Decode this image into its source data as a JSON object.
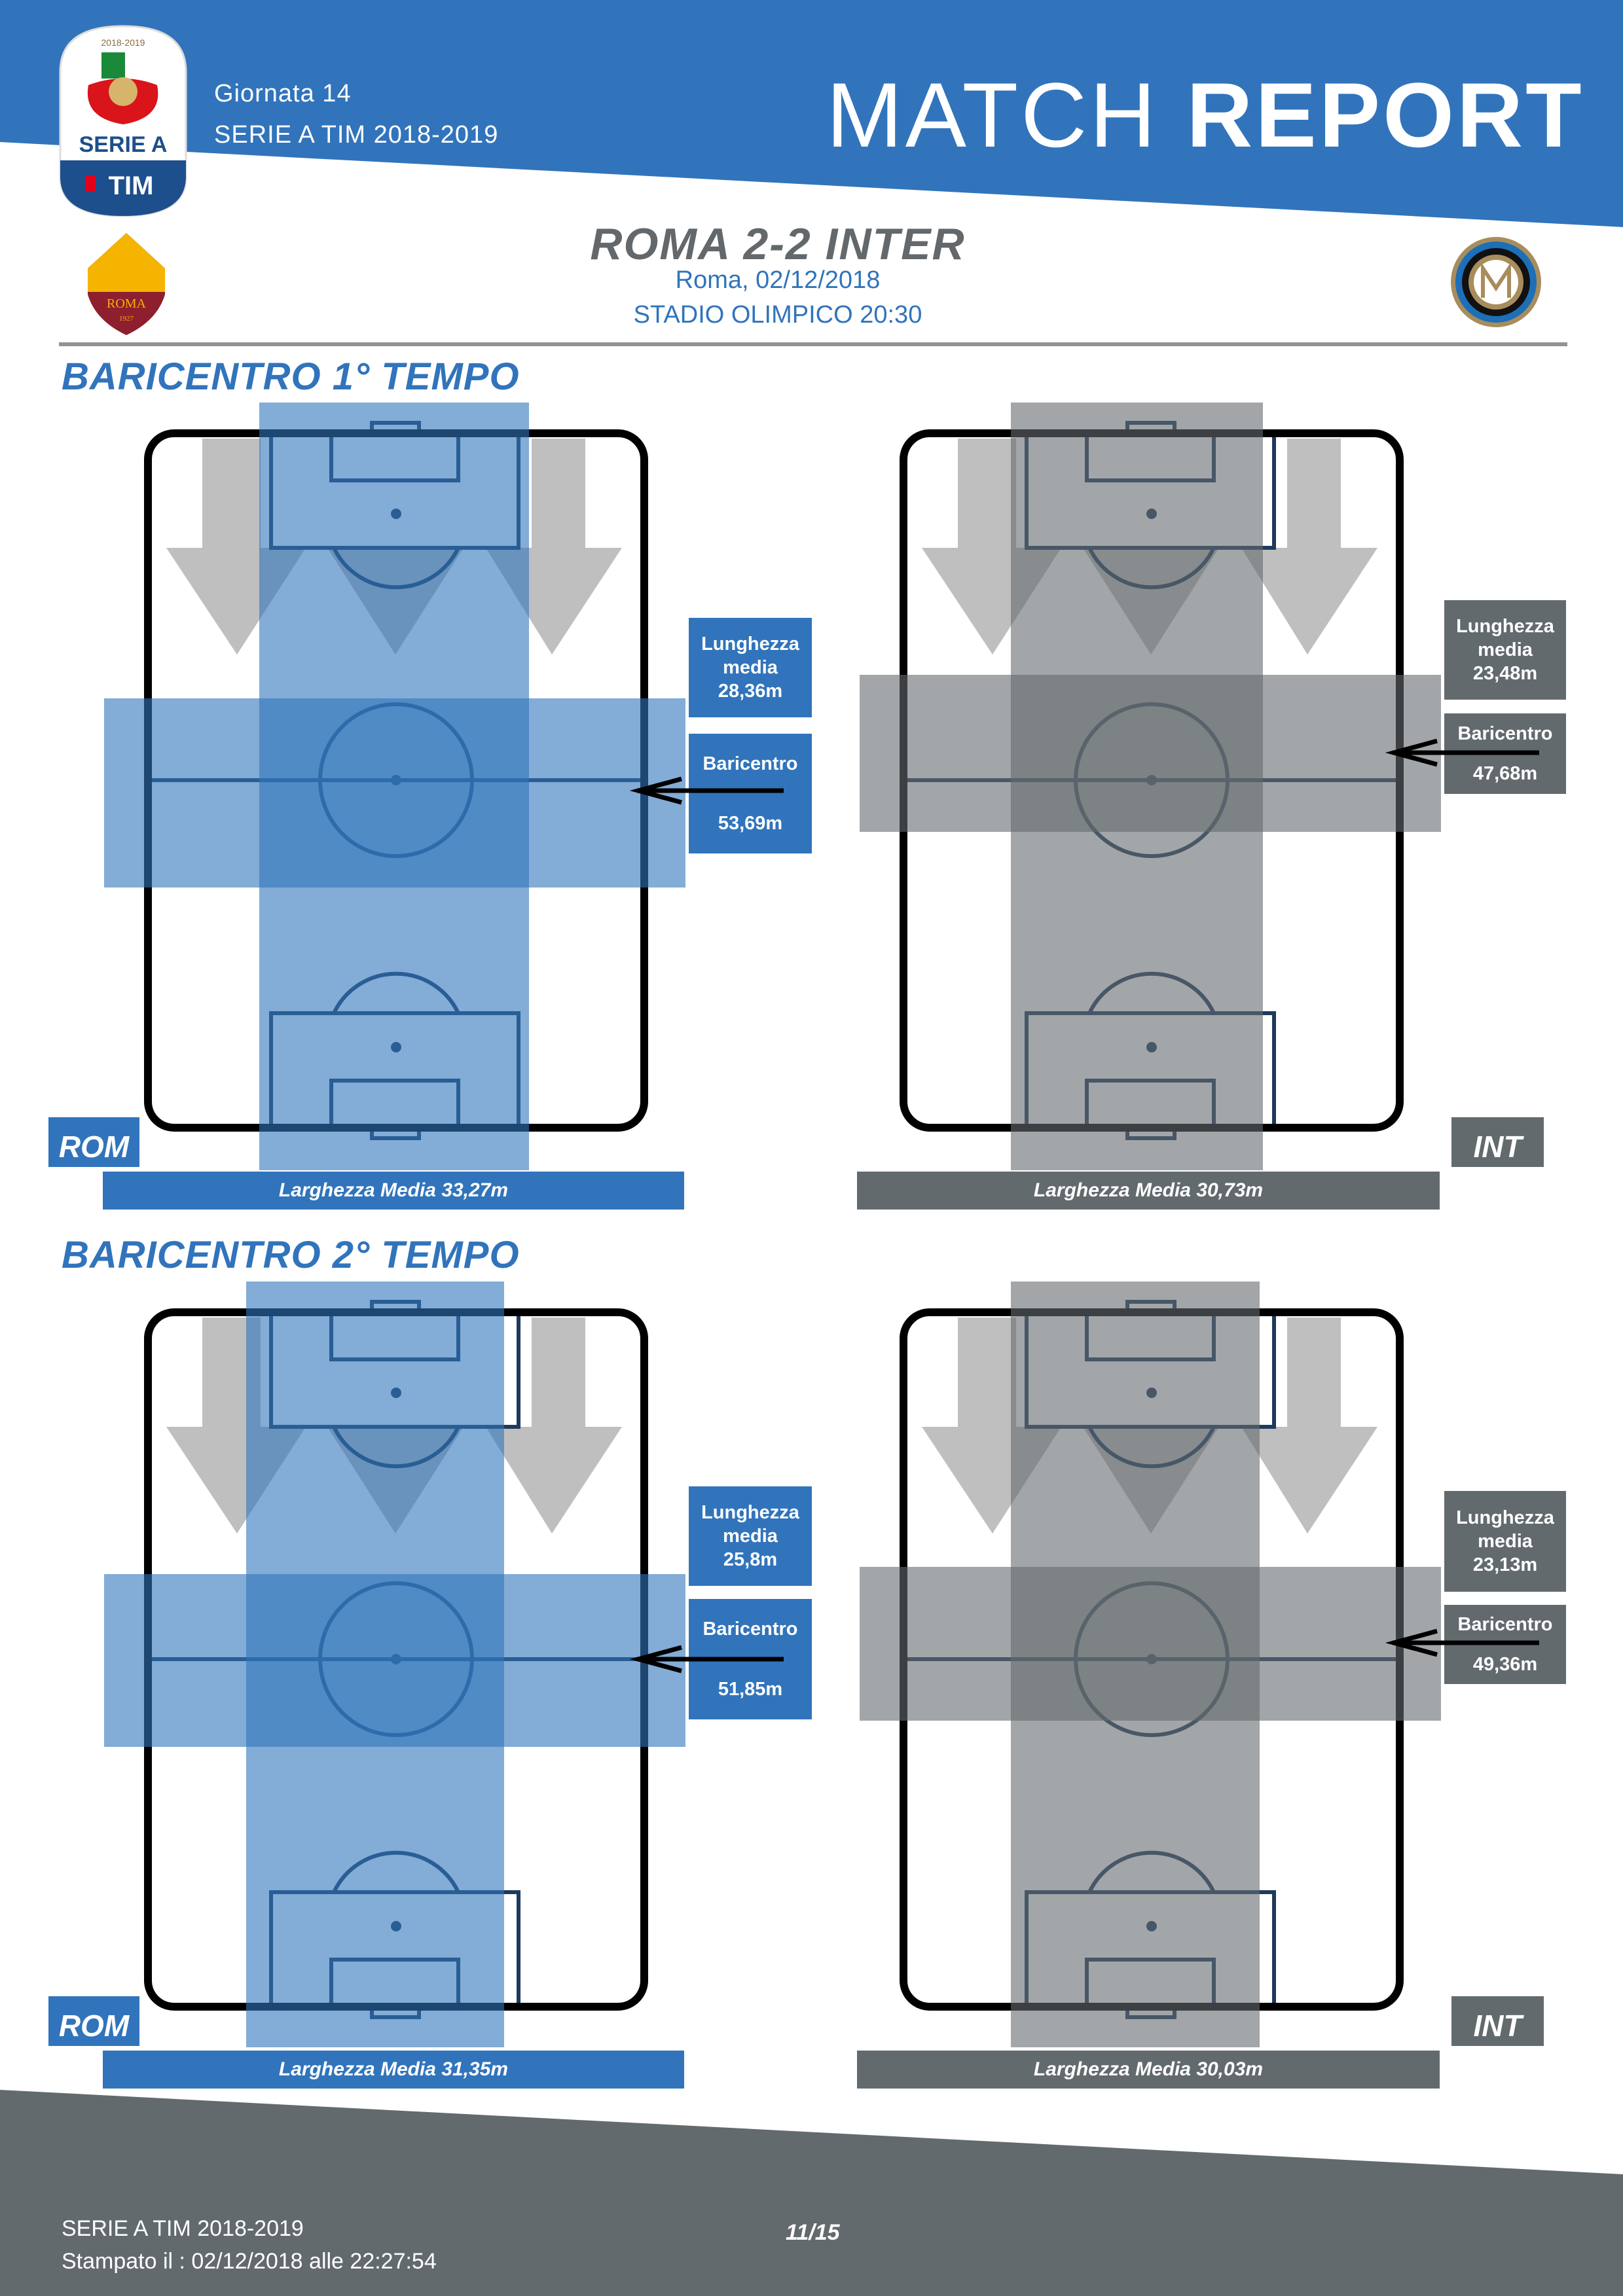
{
  "colors": {
    "brand_blue": "#3174bb",
    "team_gray": "#636a6e",
    "score_gray": "#62686b",
    "arrow_gray": "#bfbfbf"
  },
  "logos": {
    "league": {
      "icon": "serie-a-tim-logo",
      "season": "2018-2019",
      "name": "SERIE A",
      "sponsor": "TIM"
    },
    "home": {
      "icon": "roma-crest",
      "text": "ROMA",
      "year": "1927"
    },
    "away": {
      "icon": "inter-crest"
    }
  },
  "header": {
    "round": "Giornata 14",
    "competition": "SERIE A TIM 2018-2019",
    "title_light": "MATCH",
    "title_bold": "REPORT"
  },
  "match": {
    "score_line": "ROMA  2-2  INTER",
    "place_date": "Roma, 02/12/2018",
    "venue_time": "STADIO OLIMPICO 20:30"
  },
  "sections": [
    {
      "title": "BARICENTRO 1° TEMPO",
      "panels": [
        {
          "team": "ROM",
          "lunghezza_label": "Lunghezza media",
          "lunghezza_value": "28,36m",
          "baricentro_label": "Baricentro",
          "baricentro_value": "53,69m",
          "larghezza": "Larghezza Media 33,27m"
        },
        {
          "team": "INT",
          "lunghezza_label": "Lunghezza media",
          "lunghezza_value": "23,48m",
          "baricentro_label": "Baricentro",
          "baricentro_value": "47,68m",
          "larghezza": "Larghezza Media 30,73m"
        }
      ]
    },
    {
      "title": "BARICENTRO 2° TEMPO",
      "panels": [
        {
          "team": "ROM",
          "lunghezza_label": "Lunghezza media",
          "lunghezza_value": "25,8m",
          "baricentro_label": "Baricentro",
          "baricentro_value": "51,85m",
          "larghezza": "Larghezza Media 31,35m"
        },
        {
          "team": "INT",
          "lunghezza_label": "Lunghezza media",
          "lunghezza_value": "23,13m",
          "baricentro_label": "Baricentro",
          "baricentro_value": "49,36m",
          "larghezza": "Larghezza Media 30,03m"
        }
      ]
    }
  ],
  "footer": {
    "competition": "SERIE A TIM 2018-2019",
    "printed": "Stampato il : 02/12/2018 alle 22:27:54",
    "page": "11/15"
  }
}
